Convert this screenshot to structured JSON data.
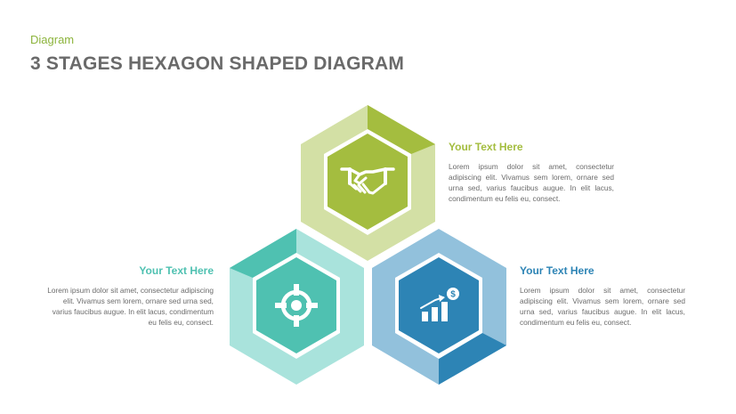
{
  "header": {
    "subtitle": "Diagram",
    "title": "3 STAGES HEXAGON SHAPED DIAGRAM"
  },
  "stages": [
    {
      "id": "top",
      "icon": "handshake-icon",
      "heading": "Your  Text Here",
      "body": "Lorem  ipsum  dolor  sit  amet,  consectetur adipiscing  elit.  Vivamus  sem  lorem,  ornare sed  urna  sed,  varius  faucibus  augue.  In  elit lacus,  condimentum   eu  felis eu,  consect."
    },
    {
      "id": "left",
      "icon": "target-icon",
      "heading": "Your  Text Here",
      "body": "Lorem  ipsum  dolor  sit  amet,  consectetur adipiscing  elit.  Vivamus  sem  lorem,  ornare sed  urna  sed,  varius  faucibus  augue.  In  elit lacus,  condimentum   eu  felis eu,  consect."
    },
    {
      "id": "right",
      "icon": "growth-chart-icon",
      "heading": "Your  Text Here",
      "body": "Lorem  ipsum  dolor  sit  amet,  consectetur adipiscing  elit.  Vivamus  sem  lorem,  ornare sed  urna  sed,  varius  faucibus  augue.  In  elit lacus,  condimentum   eu  felis eu,  consect."
    }
  ],
  "colors": {
    "green": "#a4bd3f",
    "green_light": "#d3e0a5",
    "teal": "#4fc1b1",
    "teal_light": "#a9e3dc",
    "blue": "#2d84b5",
    "blue_light": "#92c1dc",
    "title_gray": "#6a6a6a",
    "subtitle_green": "#8cb43c"
  }
}
